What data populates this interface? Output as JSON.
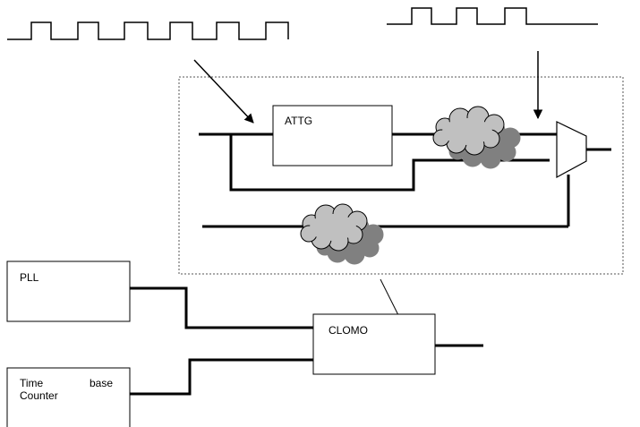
{
  "blocks": {
    "attg": "ATTG",
    "pll": "PLL",
    "clomo": "CLOMO",
    "timebase_word1": "Time",
    "timebase_word2": "base",
    "timebase_word3": "Counter"
  },
  "colors": {
    "line": "#000000",
    "cloud_fill": "#c0c0c0",
    "cloud_shadow": "#808080",
    "dotted_border": "#555555"
  }
}
